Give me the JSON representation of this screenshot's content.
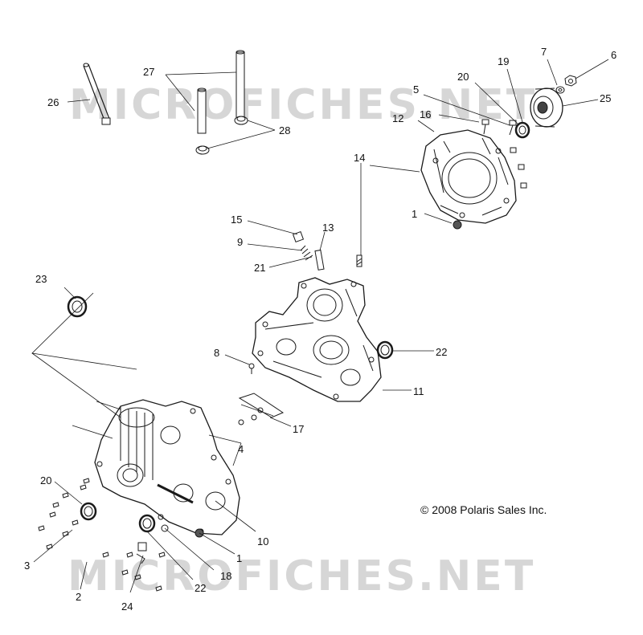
{
  "copyright": "© 2008 Polaris Sales Inc.",
  "watermark": "MICROFICHES.NET",
  "callouts": {
    "c1a": "1",
    "c1b": "1",
    "c2": "2",
    "c3": "3",
    "c4": "4",
    "c5": "5",
    "c6": "6",
    "c7": "7",
    "c8": "8",
    "c9": "9",
    "c10": "10",
    "c11": "11",
    "c12": "12",
    "c13": "13",
    "c14": "14",
    "c15": "15",
    "c16": "16",
    "c17": "17",
    "c18": "18",
    "c19": "19",
    "c20a": "20",
    "c20b": "20",
    "c21": "21",
    "c22a": "22",
    "c22b": "22",
    "c23": "23",
    "c24": "24",
    "c25": "25",
    "c26": "26",
    "c27": "27",
    "c28": "28"
  },
  "colors": {
    "line": "#1a1a1a",
    "watermark": "#d6d6d6"
  }
}
